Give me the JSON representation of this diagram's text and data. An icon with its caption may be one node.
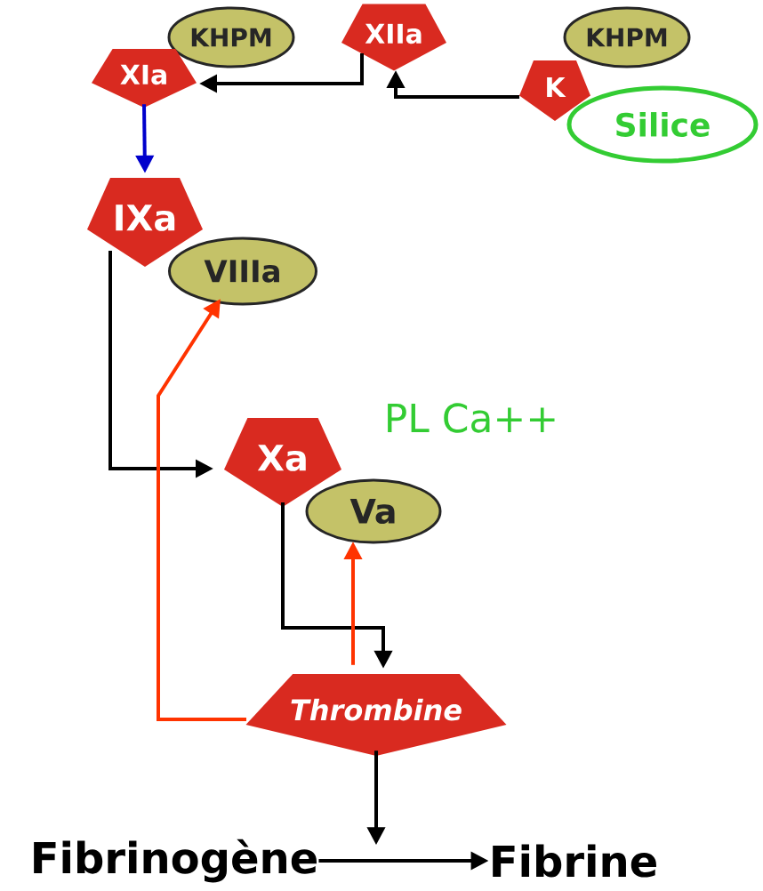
{
  "diagram": {
    "nodes": [
      {
        "text": [
          "KHPM"
        ]
      },
      {
        "text": [
          "XIIa"
        ]
      },
      {
        "text": [
          "KHPM"
        ]
      },
      {
        "text": [
          "XIa"
        ]
      },
      {
        "text": [
          "K"
        ]
      },
      {
        "text": [
          "Silice"
        ]
      },
      {
        "text": [
          "IXa"
        ]
      },
      {
        "text": [
          "VIIIa"
        ]
      },
      {
        "text": [
          "Xa"
        ]
      },
      {
        "text": [
          "Va"
        ]
      },
      {
        "text": [
          "Thrombine"
        ]
      },
      {
        "text": [
          "Fibrinogène"
        ]
      },
      {
        "text": [
          "Fibrine"
        ]
      }
    ],
    "edges": [
      {
        "from": 1,
        "to": 3,
        "arrow": "to"
      },
      {
        "from": 4,
        "to": 1,
        "arrow": "to"
      },
      {
        "from": 3,
        "to": 6,
        "arrow": "to",
        "color": "#0000cc"
      },
      {
        "from": 6,
        "to": 8,
        "arrow": "to"
      },
      {
        "from": 8,
        "to": 10,
        "arrow": "to"
      },
      {
        "from": 10,
        "to": 9,
        "arrow": "to",
        "color": "#ff3300"
      },
      {
        "from": 10,
        "to": 7,
        "arrow": "to",
        "color": "#ff3300"
      },
      {
        "from": 10,
        "to": null,
        "arrow": "to"
      },
      {
        "from": 11,
        "to": 12,
        "arrow": "to"
      }
    ],
    "labels": [
      "PL Ca++"
    ]
  }
}
